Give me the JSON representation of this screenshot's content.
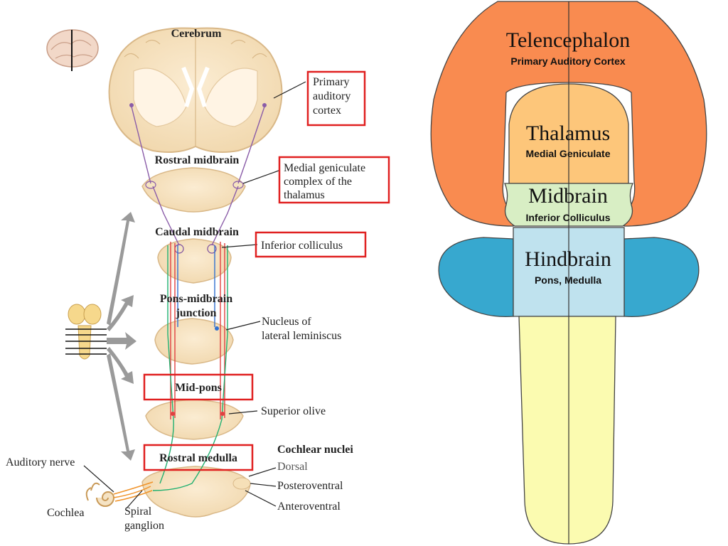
{
  "left_panel": {
    "levels": {
      "cerebrum": "Cerebrum",
      "rostral_midbrain": "Rostral midbrain",
      "caudal_midbrain": "Caudal midbrain",
      "pons_midbrain_1": "Pons-midbrain",
      "pons_midbrain_2": "junction",
      "mid_pons": "Mid-pons",
      "rostral_medulla": "Rostral medulla"
    },
    "callouts": {
      "primary_auditory_1": "Primary",
      "primary_auditory_2": "auditory",
      "primary_auditory_3": "cortex",
      "medial_geniculate_1": "Medial geniculate",
      "medial_geniculate_2": "complex of the",
      "medial_geniculate_3": "thalamus",
      "inferior_colliculus": "Inferior colliculus",
      "lateral_lemniscus_1": "Nucleus of",
      "lateral_lemniscus_2": "lateral leminiscus",
      "superior_olive": "Superior olive",
      "cochlear_nuclei": "Cochlear nuclei",
      "dorsal": "Dorsal",
      "posteroventral": "Posteroventral",
      "anteroventral": "Anteroventral",
      "auditory_nerve": "Auditory nerve",
      "cochlea": "Cochlea",
      "spiral_ganglion_1": "Spiral",
      "spiral_ganglion_2": "ganglion"
    },
    "highlight_color": "#e02020"
  },
  "right_panel": {
    "regions": [
      {
        "title": "Telencephalon",
        "subtitle": "Primary Auditory Cortex",
        "color": "#f98b50"
      },
      {
        "title": "Thalamus",
        "subtitle": "Medial Geniculate",
        "color": "#fdc67a"
      },
      {
        "title": "Midbrain",
        "subtitle": "Inferior Colliculus",
        "color": "#d8eec4"
      },
      {
        "title": "Hindbrain",
        "subtitle": "Pons, Medulla",
        "color": "#bfe2ee"
      }
    ],
    "side_lobe_color": "#37a8cf",
    "spinal_color": "#fbfbb0"
  }
}
